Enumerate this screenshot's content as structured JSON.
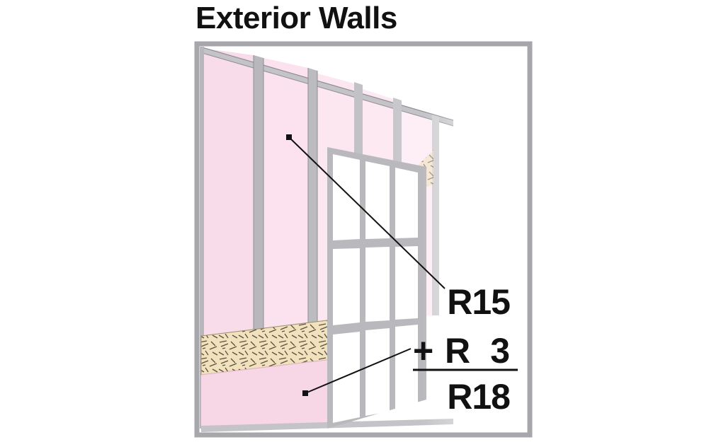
{
  "title": "Exterior Walls",
  "callouts": {
    "wall_cavity": "R15",
    "continuous_plus": "+",
    "continuous_r": "R",
    "continuous_value": "3",
    "total": "R18"
  },
  "colors": {
    "insulation_pink": "#f9dcea",
    "insulation_pink_light": "#fde9f2",
    "frame_gray": "#b8b8bc",
    "border_gray": "#a7a7ab",
    "osb_tan": "#f1e1bd",
    "ink": "#111111"
  }
}
